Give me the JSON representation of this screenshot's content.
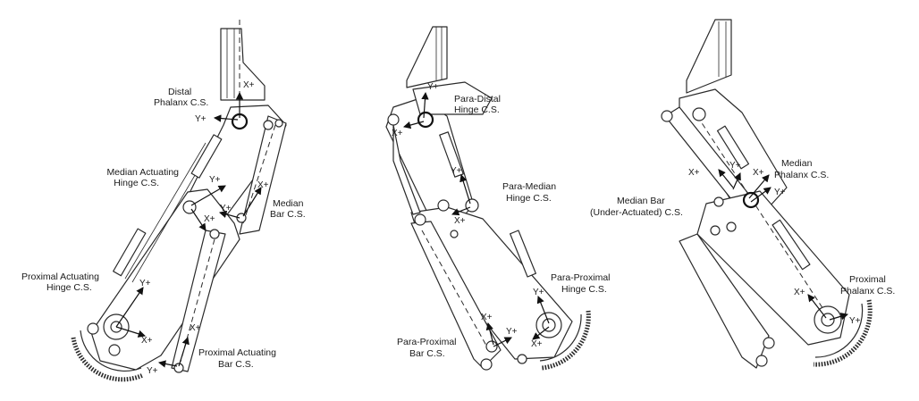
{
  "views": {
    "left": {
      "labels": {
        "distal_1": "Distal",
        "distal_2": "Phalanx C.S.",
        "median_act_1": "Median Actuating",
        "median_act_2": "Hinge C.S.",
        "median_bar_1": "Median",
        "median_bar_2": "Bar C.S.",
        "prox_act_1": "Proximal Actuating",
        "prox_act_2": "Hinge C.S.",
        "prox_bar_1": "Proximal Actuating",
        "prox_bar_2": "Bar C.S."
      },
      "axes": {
        "distal_x": "X+",
        "distal_y": "Y+",
        "medact_x": "X+",
        "medact_y": "Y+",
        "medbar_x": "X+",
        "medbar_y": "Y+",
        "proxact_x": "X+",
        "proxact_y": "Y+",
        "proxbar_x": "X+",
        "proxbar_y": "Y+"
      }
    },
    "middle": {
      "labels": {
        "para_distal_1": "Para-Distal",
        "para_distal_2": "Hinge C.S.",
        "para_median_1": "Para-Median",
        "para_median_2": "Hinge C.S.",
        "para_prox_hinge_1": "Para-Proximal",
        "para_prox_hinge_2": "Hinge C.S.",
        "para_prox_bar_1": "Para-Proximal",
        "para_prox_bar_2": "Bar C.S."
      },
      "axes": {
        "pd_x": "X+",
        "pd_y": "Y+",
        "pm_x": "X+",
        "pm_y": "Y+",
        "pph_x": "X+",
        "pph_y": "Y+",
        "ppb_x": "X+",
        "ppb_y": "Y+"
      }
    },
    "right": {
      "labels": {
        "median_phalanx_1": "Median",
        "median_phalanx_2": "Phalanx C.S.",
        "median_bar_1": "Median Bar",
        "median_bar_2": "(Under-Actuated) C.S.",
        "prox_phalanx_1": "Proximal",
        "prox_phalanx_2": "Phalanx C.S."
      },
      "axes": {
        "mp_x": "X+",
        "mp_y": "Y+",
        "mb_x": "X+",
        "mb_y": "Y+",
        "pp_x": "X+",
        "pp_y": "Y+"
      }
    }
  }
}
